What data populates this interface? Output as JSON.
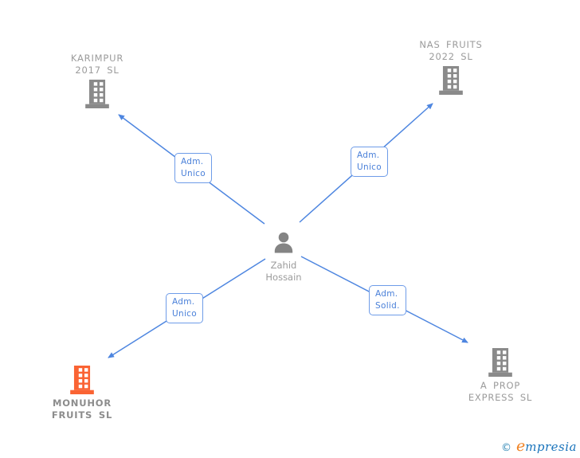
{
  "diagram": {
    "person": {
      "line1": "Zahid",
      "line2": "Hossain"
    },
    "companies": {
      "karimpur": {
        "line1": "KARIMPUR",
        "line2": "2017 SL"
      },
      "nas_fruits": {
        "line1": "NAS FRUITS",
        "line2": "2022 SL"
      },
      "monuhor": {
        "line1": "MONUHOR",
        "line2": "FRUITS SL"
      },
      "a_prop": {
        "line1": "A PROP",
        "line2": "EXPRESS SL"
      }
    },
    "edge_labels": {
      "top_left": {
        "line1": "Adm.",
        "line2": "Unico"
      },
      "top_right": {
        "line1": "Adm.",
        "line2": "Unico"
      },
      "bottom_left": {
        "line1": "Adm.",
        "line2": "Unico"
      },
      "bottom_right": {
        "line1": "Adm.",
        "line2": "Solid."
      }
    }
  },
  "watermark": {
    "copyright_symbol": "©",
    "brand_initial": "e",
    "brand_rest": "mpresia"
  },
  "colors": {
    "edge_blue": "#4e86e0",
    "label_box_border": "#6e9ce8",
    "node_gray": "#8a8a8a",
    "highlight_orange": "#fa6333",
    "label_gray": "#9b9b9b",
    "watermark_blue": "#1873bb",
    "watermark_orange": "#f08223"
  }
}
